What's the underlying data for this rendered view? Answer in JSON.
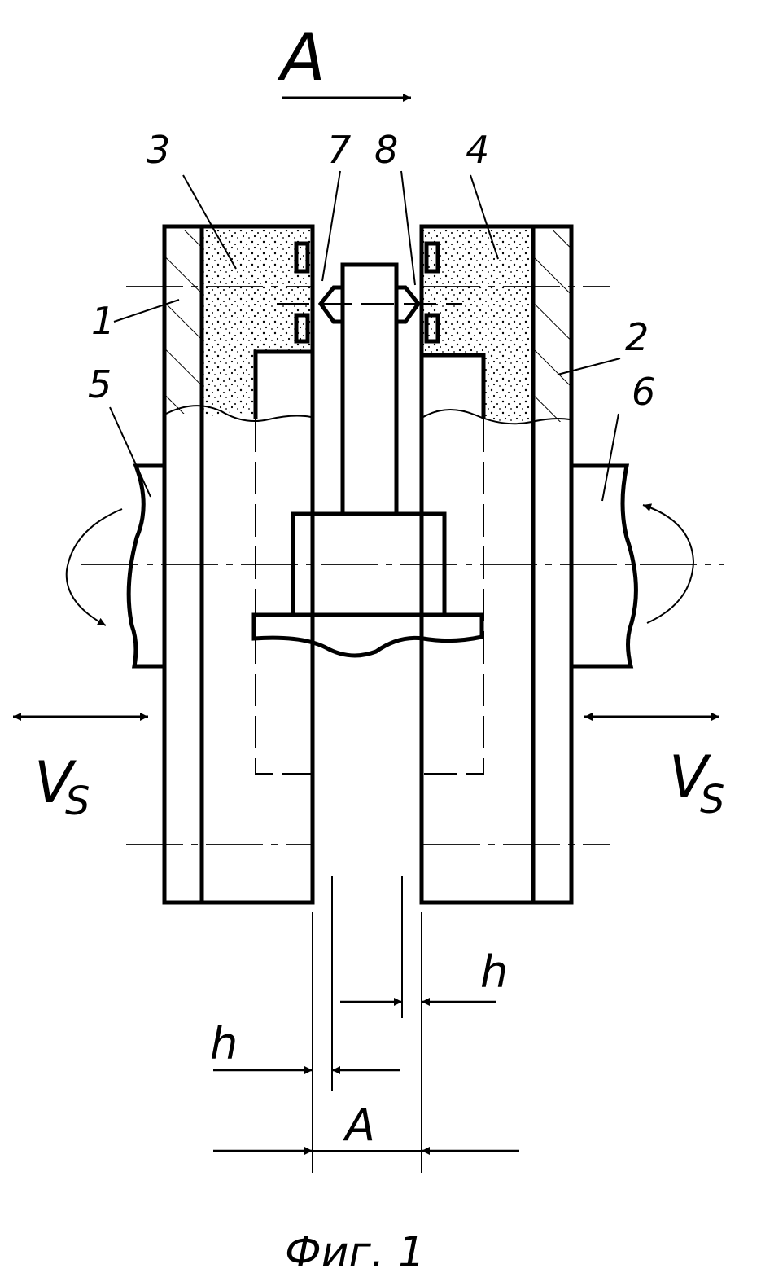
{
  "figure": {
    "caption": "Фиг. 1",
    "view_label": "A",
    "dimension_labels": {
      "gap_width": "A",
      "offset_left": "h",
      "offset_right": "h"
    },
    "speed_labels": {
      "left_main": "V",
      "left_sub": "S",
      "right_main": "V",
      "right_sub": "S"
    },
    "part_numbers": {
      "p1": "1",
      "p2": "2",
      "p3": "3",
      "p4": "4",
      "p5": "5",
      "p6": "6",
      "p7": "7",
      "p8": "8"
    }
  }
}
